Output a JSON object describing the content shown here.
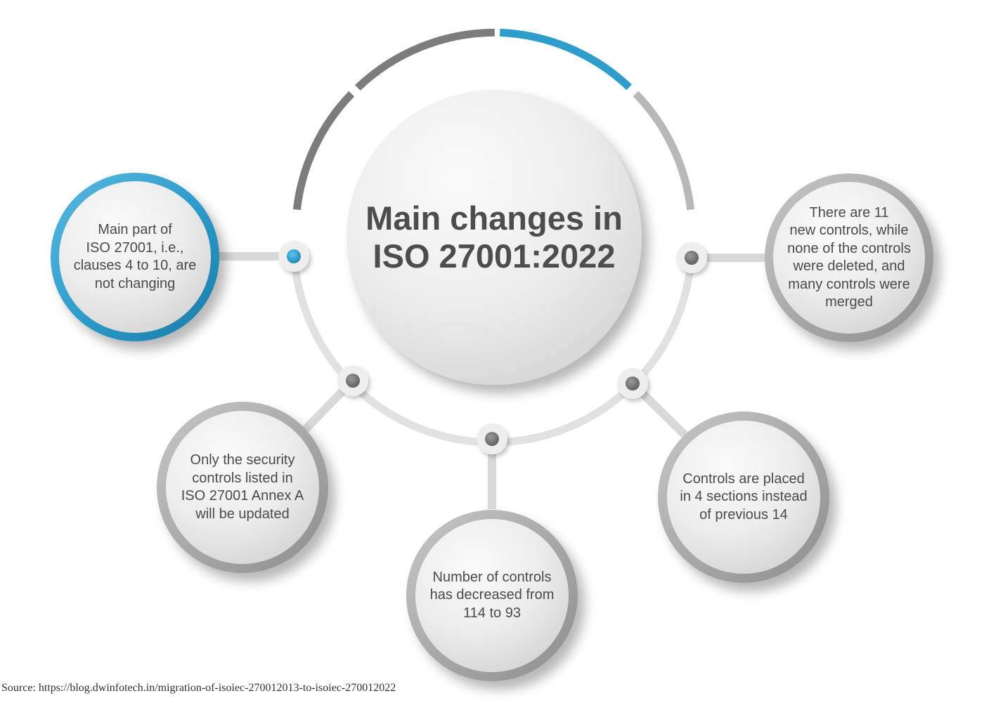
{
  "center": {
    "title_line1": "Main changes in",
    "title_line2": "ISO 27001:2022"
  },
  "nodes": {
    "unchanged_clauses": [
      "Main part of",
      "ISO 27001, i.e.,",
      "clauses 4 to 10, are",
      "not changing"
    ],
    "new_controls": [
      "There are 11",
      "new controls, while",
      "none of the controls",
      "were deleted, and",
      "many controls were",
      "merged"
    ],
    "annex_a": [
      "Only the security",
      "controls listed in",
      "ISO 27001 Annex A",
      "will be updated"
    ],
    "control_count": [
      "Number of controls",
      "has decreased from",
      "114 to 93"
    ],
    "sections": [
      "Controls are placed",
      "in 4 sections instead",
      "of previous 14"
    ]
  },
  "source": {
    "label": "Source:",
    "url": "https://blog.dwinfotech.in/migration-of-isoiec-270012013-to-isoiec-270012022"
  },
  "colors": {
    "accent_blue": "#2e9dcc",
    "dark_gray": "#7a7a7a",
    "light_gray": "#d0d0d0",
    "text": "#4a4a4a"
  }
}
